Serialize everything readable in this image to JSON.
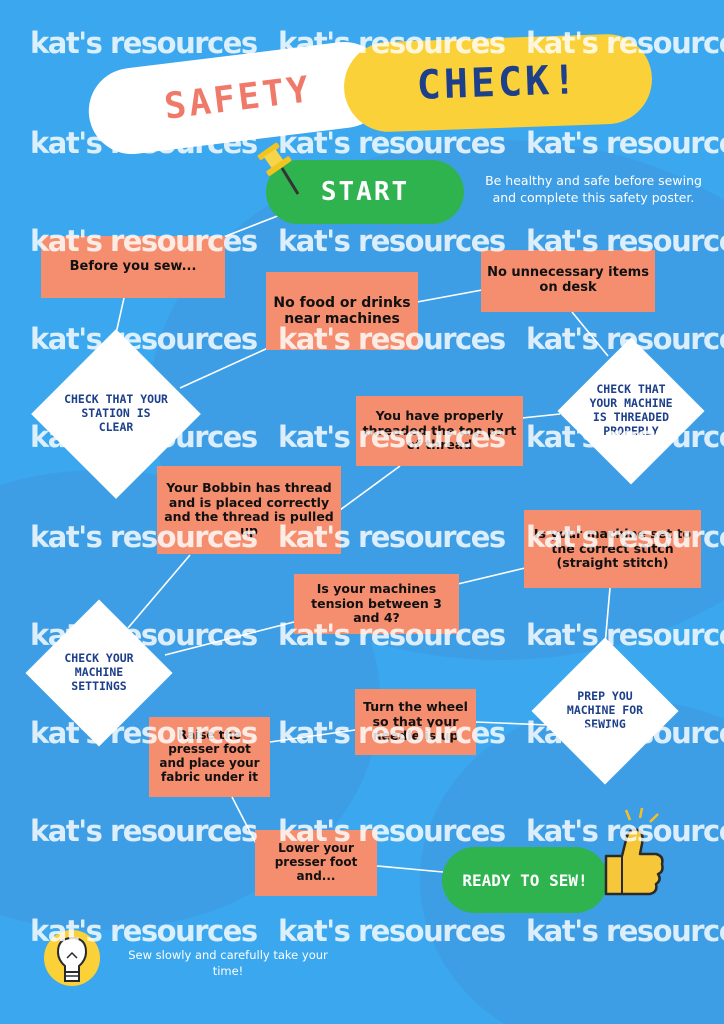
{
  "title": {
    "word1": "SAFETY",
    "word2": "CHECK!",
    "word1_color": "#f07a6a",
    "word2_color": "#1e3f8a",
    "pill1_color": "#ffffff",
    "pill2_color": "#fbd13a"
  },
  "intro": "Be healthy and safe before sewing and complete this safety poster.",
  "start_label": "START",
  "end_label": "READY TO SEW!",
  "footer_note": "Sew slowly and carefully take your time!",
  "watermark_text": "kat's resources",
  "colors": {
    "background": "#3aa7ee",
    "box": "#f58e6e",
    "pill_green": "#2eb34f",
    "diamond": "#ffffff",
    "diamond_text": "#1e3f8a"
  },
  "steps": [
    "Before you sew...",
    "No food or drinks near machines",
    "No unnecessary items on desk",
    "You have properly threaded the top part of thread",
    "Your Bobbin has thread and is placed correctly and the thread is pulled up",
    "Is your machine set to the correct stitch (straight stitch)",
    "Is your machines tension between 3 and 4?",
    "Turn the wheel so that your needle is up",
    "Raise the presser foot and place your fabric under it",
    "Lower your presser foot and..."
  ],
  "checks": [
    "CHECK THAT YOUR STATION IS CLEAR",
    "CHECK THAT YOUR MACHINE IS THREADED PROPERLY",
    "CHECK YOUR MACHINE SETTINGS",
    "PREP YOU MACHINE FOR SEWING"
  ],
  "icons": {
    "pin": "pushpin-icon",
    "thumb": "thumbs-up-icon",
    "bulb": "lightbulb-icon"
  }
}
